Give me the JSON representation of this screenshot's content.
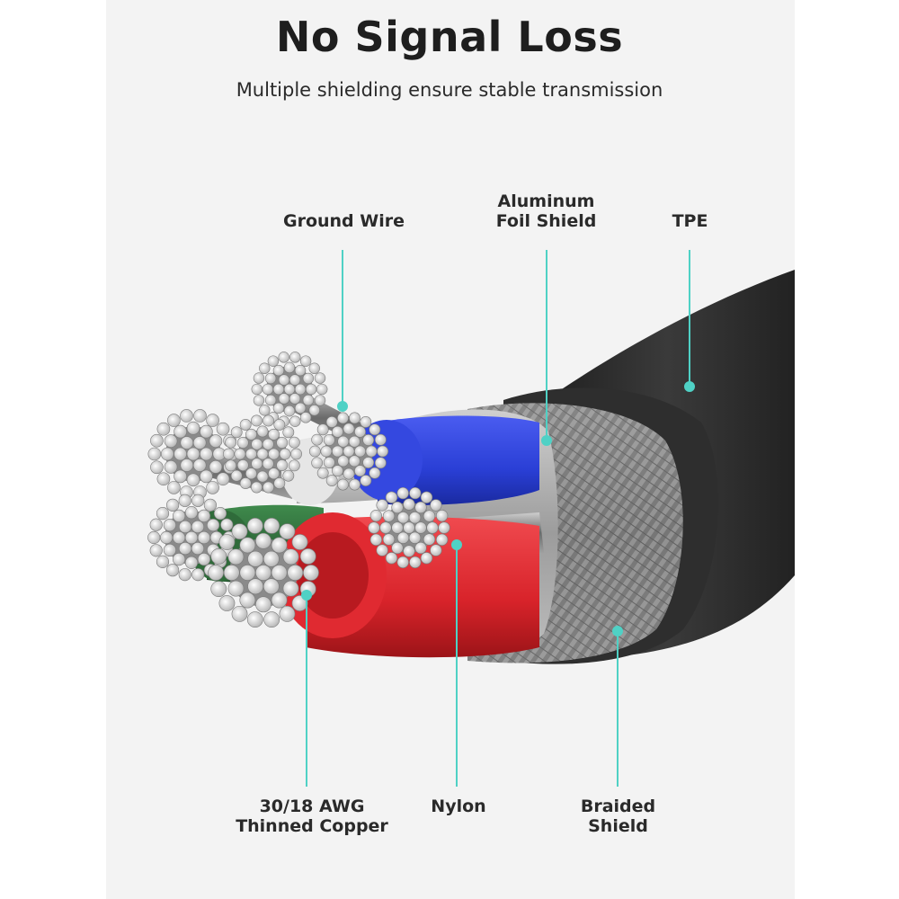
{
  "header": {
    "title": "No Signal Loss",
    "subtitle": "Multiple shielding ensure stable transmission"
  },
  "callouts": {
    "ground_wire": "Ground Wire",
    "aluminum_foil": "Aluminum\nFoil Shield",
    "tpe": "TPE",
    "copper": "30/18 AWG\nThinned Copper",
    "nylon": "Nylon",
    "braided": "Braided\nShield"
  },
  "colors": {
    "accent": "#4fd1c5",
    "jacket": "#2b2b2b",
    "blue_insulation": "#2a3fd6",
    "red_insulation": "#d8232a",
    "green_insulation": "#2f6b3a",
    "white_insulation": "#d9d9d9"
  }
}
